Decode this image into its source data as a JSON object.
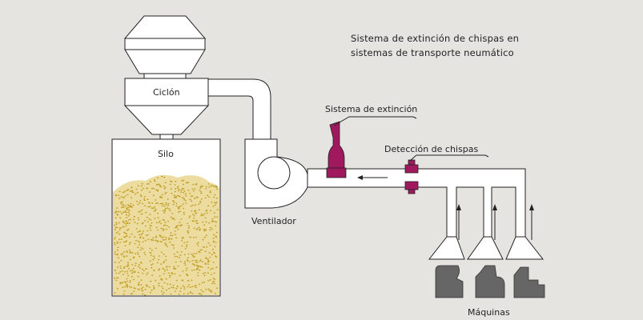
{
  "title": {
    "line1": "Sistema de extinción de chispas en",
    "line2": "sistemas de transporte neumático"
  },
  "labels": {
    "cyclone": "Ciclón",
    "silo": "Silo",
    "fan": "Ventilador",
    "extinguishing_system": "Sistema de extinción",
    "spark_detection": "Detección de chispas",
    "machines": "Máquinas"
  },
  "colors": {
    "background": "#e6e4e0",
    "device": "#a0195e",
    "material": "#c2a12a",
    "machine": "#666666"
  }
}
